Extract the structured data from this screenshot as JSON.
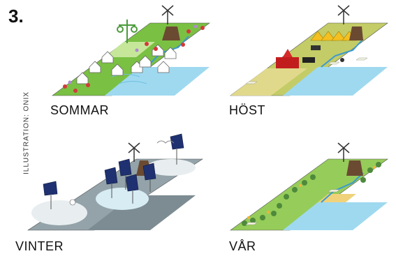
{
  "figure_number": "3.",
  "credit": "ILLUSTRATION: ONIX",
  "panels": [
    {
      "label": "SOMMAR"
    },
    {
      "label": "HÖST"
    },
    {
      "label": "VINTER"
    },
    {
      "label": "VÅR"
    }
  ]
}
